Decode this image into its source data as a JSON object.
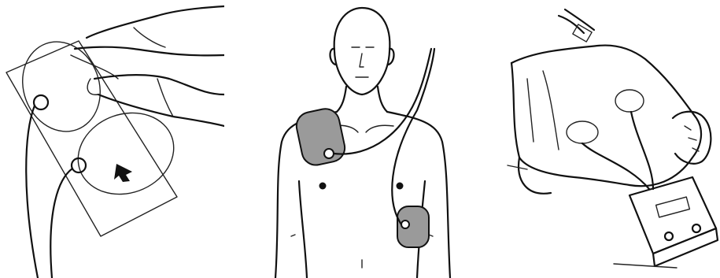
{
  "figure": {
    "panels": [
      {
        "id": "peel-pads",
        "illustration": "hands-peeling-electrode-pads-icon"
      },
      {
        "id": "pad-placement",
        "illustration": "torso-pad-placement-icon"
      },
      {
        "id": "aed-connected",
        "illustration": "patient-with-aed-icon"
      }
    ]
  },
  "colors": {
    "ink": "#111111",
    "pad_fill": "#9a9a9a",
    "background": "#ffffff"
  }
}
